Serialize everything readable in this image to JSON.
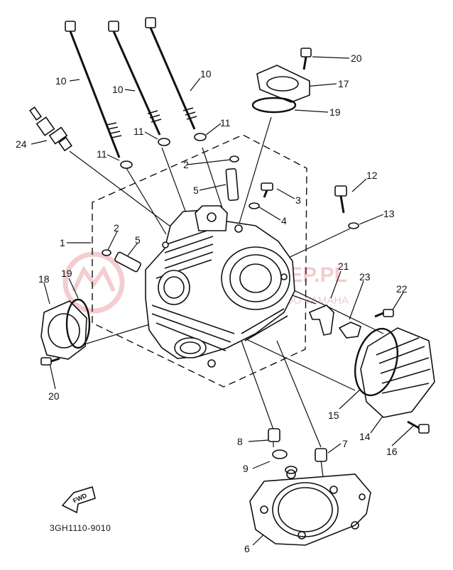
{
  "diagram": {
    "drawing_code": "3GH1110-9010",
    "fwd_label": "FWD",
    "watermark": {
      "brand": "MOTORSKLEP.PL",
      "tagline": "WOLNY SKLEP CZĘŚCI DO YAMAHA"
    },
    "callouts": {
      "c1": "1",
      "c2a": "2",
      "c2b": "2",
      "c3": "3",
      "c4": "4",
      "c5a": "5",
      "c5b": "5",
      "c6": "6",
      "c7": "7",
      "c8": "8",
      "c9": "9",
      "c10a": "10",
      "c10b": "10",
      "c10c": "10",
      "c11a": "11",
      "c11b": "11",
      "c11c": "11",
      "c12": "12",
      "c13": "13",
      "c14": "14",
      "c15": "15",
      "c16": "16",
      "c17": "17",
      "c18": "18",
      "c19a": "19",
      "c19b": "19",
      "c20a": "20",
      "c20b": "20",
      "c21": "21",
      "c22": "22",
      "c23": "23",
      "c24": "24"
    }
  }
}
